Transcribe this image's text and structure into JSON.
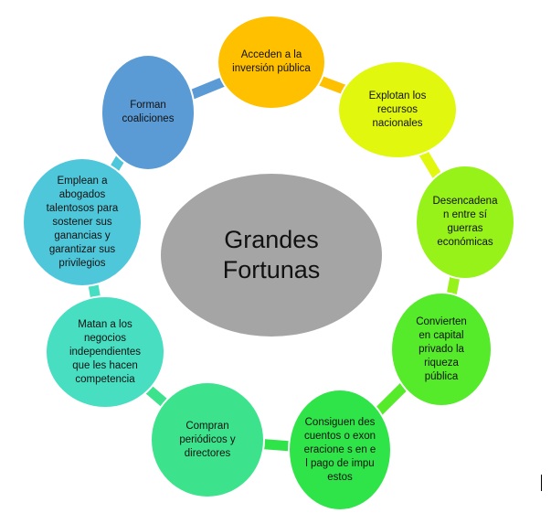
{
  "center": {
    "label": "Grandes Fortunas",
    "color": "#A5A5A5"
  },
  "nodes": [
    {
      "label": "Acceden a la inversión pública",
      "color": "#FFC000"
    },
    {
      "label": "Explotan los recursos nacionales",
      "color": "#E2F70E"
    },
    {
      "label": "Desencadena n entre sí guerras económicas",
      "color": "#97F21A"
    },
    {
      "label": "Convierten en capital privado la riqueza pública",
      "color": "#55EA2A"
    },
    {
      "label": "Consiguen descuentos o exoneracione s en el pago de impuestos",
      "color": "#2FE448"
    },
    {
      "label": "Compran periódicos y directores",
      "color": "#3DE38C"
    },
    {
      "label": "Matan a los negocios independientes que les hacen competencia",
      "color": "#47DEC2"
    },
    {
      "label": "Emplean a abogados talentosos para sostener sus ganancias y garantizar sus privilegios",
      "color": "#4FC7DA"
    },
    {
      "label": "Forman coaliciones",
      "color": "#5B9BD5"
    }
  ]
}
